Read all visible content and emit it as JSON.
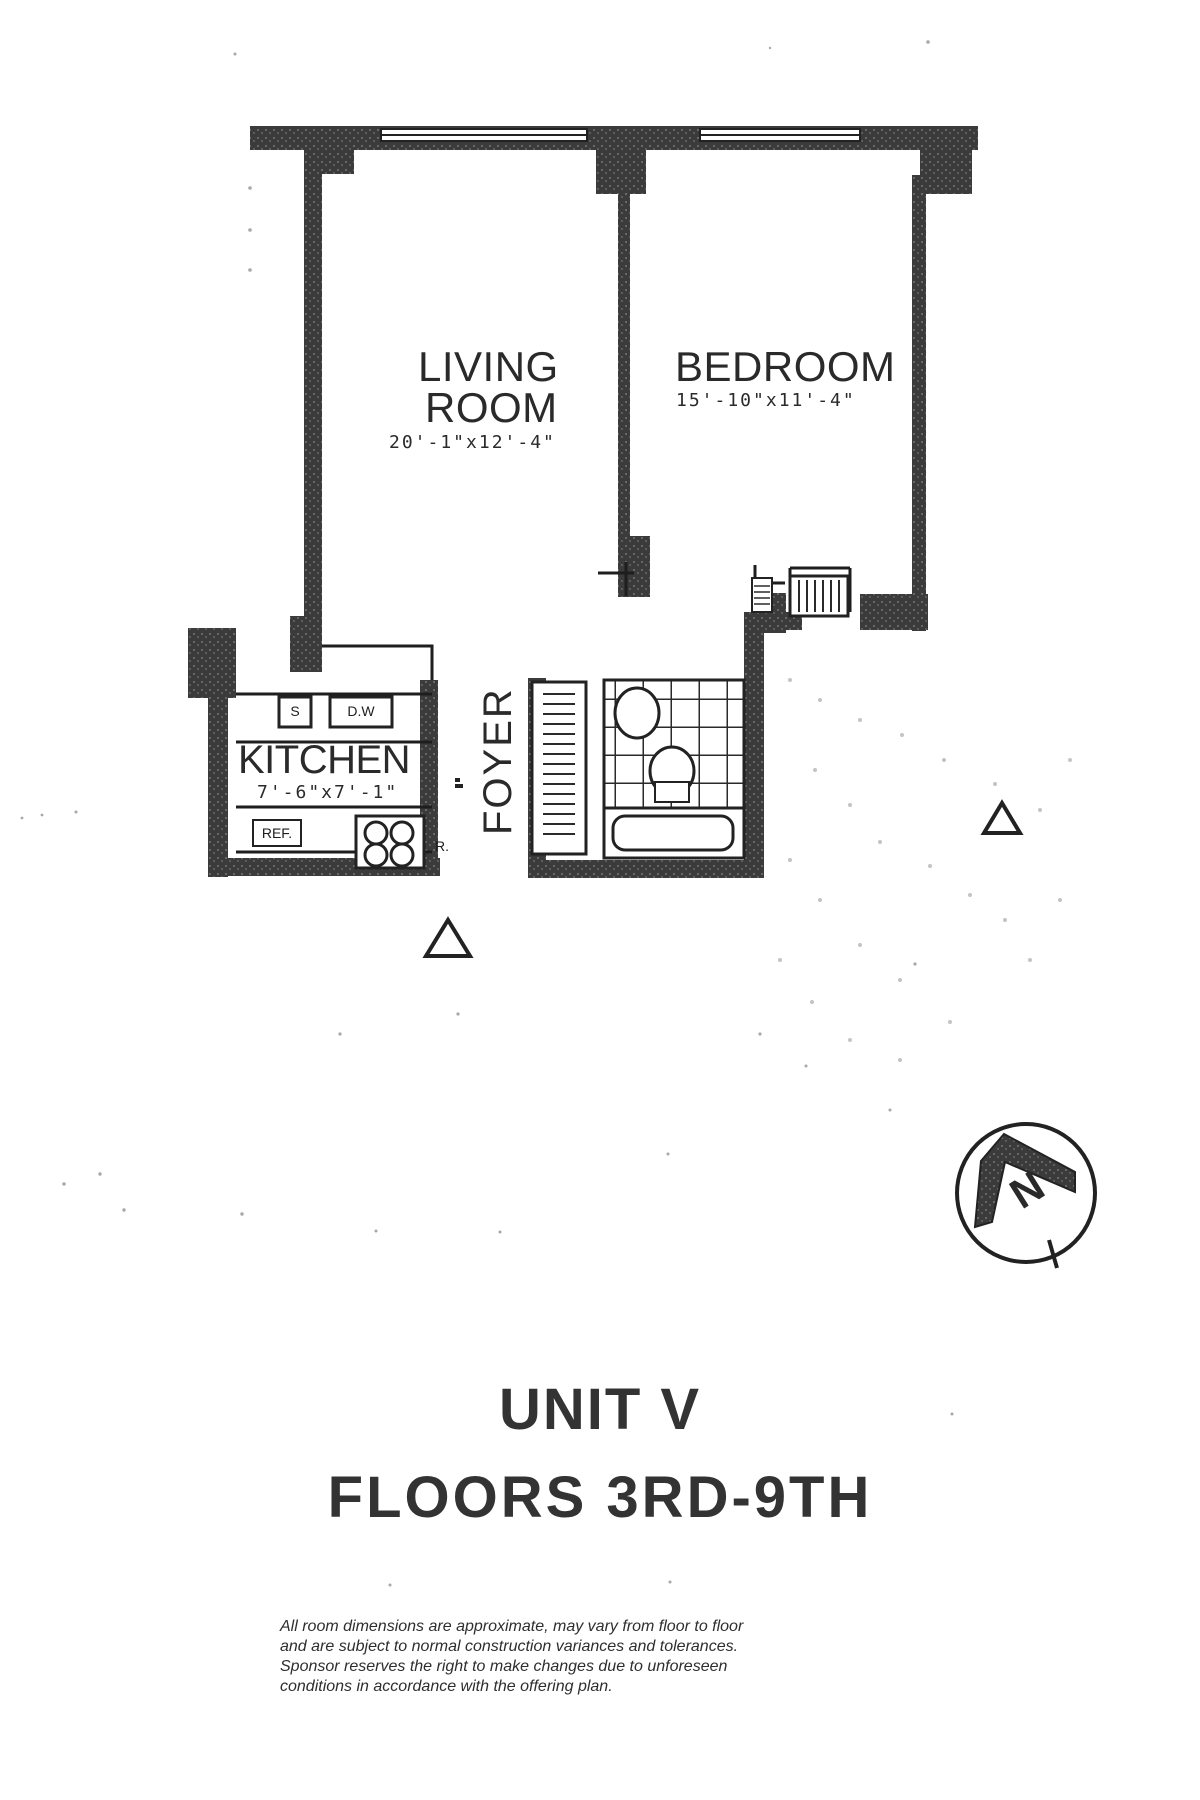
{
  "rooms": {
    "living": {
      "name_line1": "LIVING",
      "name_line2": "ROOM",
      "dimensions": "20'-1\"x12'-4\""
    },
    "bedroom": {
      "name": "BEDROOM",
      "dimensions": "15'-10\"x11'-4\""
    },
    "kitchen": {
      "name": "KITCHEN",
      "dimensions": "7'-6\"x7'-1\"",
      "sink_label": "S",
      "dishwasher_label": "D.W",
      "refrigerator_label": "REF.",
      "range_label": "R."
    },
    "foyer": {
      "name": "FOYER"
    }
  },
  "title": {
    "line1": "UNIT V",
    "line2": "FLOORS 3RD-9TH"
  },
  "compass": {
    "letter": "N"
  },
  "disclaimer": {
    "line1": "All room dimensions are approximate, may vary from floor to floor",
    "line2": "and are subject to normal construction variances and tolerances.",
    "line3": "Sponsor reserves the right to make changes due to unforeseen",
    "line4": "conditions in accordance with the offering plan."
  }
}
